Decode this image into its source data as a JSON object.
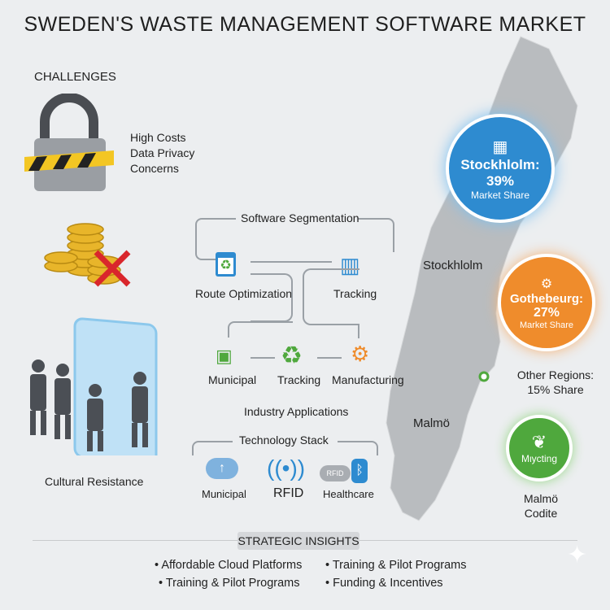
{
  "title": "SWEDEN'S WASTE MANAGEMENT SOFTWARE MARKET",
  "challenges": {
    "heading": "CHALLENGES",
    "items": [
      "High Costs",
      "Data Privacy",
      "Concerns"
    ],
    "cultural": "Cultural Resistance"
  },
  "segmentation": {
    "heading": "Software Segmentation",
    "route": "Route Optimization",
    "tracking": "Tracking"
  },
  "industry": {
    "heading": "Industry Applications",
    "items": [
      "Municipal",
      "Tracking",
      "Manufacturing"
    ]
  },
  "tech": {
    "heading": "Technology Stack",
    "items": [
      "Municipal",
      "RFID",
      "Healthcare"
    ],
    "rfid_badge": "RFID"
  },
  "map": {
    "stockholm_label": "Stockhlolm",
    "malmo_label": "Malmö",
    "stockholm": {
      "name": "Stockhlolm:",
      "value": "39%",
      "sub": "Market Share",
      "color": "#2e8bd0"
    },
    "gothenburg": {
      "name": "Gothebeurg:",
      "value": "27%",
      "sub": "Market Share",
      "color": "#ef8c2c"
    },
    "other": {
      "line1": "Other Regions:",
      "line2": "15% Share"
    },
    "malmo": {
      "badge": "Mιycting",
      "line1": "Malmö",
      "line2": "Codite",
      "color": "#4fa83d"
    }
  },
  "insights": {
    "heading": "STRATEGIC INSIGHTS",
    "items": [
      "Affordable Cloud Platforms",
      "Training & Pilot Programs",
      "Training & Pilot Programs",
      "Funding & Incentives"
    ]
  }
}
